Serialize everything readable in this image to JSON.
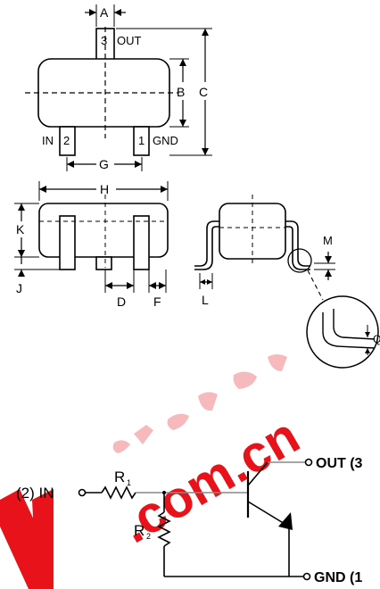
{
  "package_outline": {
    "dimension_labels": {
      "a": "A",
      "b": "B",
      "c": "C",
      "d": "D",
      "f": "F",
      "g": "G",
      "h": "H",
      "j": "J",
      "k": "K",
      "l": "L",
      "m": "M",
      "q": "Q"
    },
    "pins": {
      "pin3_number": "3",
      "pin3_name": "OUT",
      "pin2_number": "2",
      "pin2_name": "IN",
      "pin1_number": "1",
      "pin1_name": "GND"
    }
  },
  "schematic": {
    "in_label": "(2) IN",
    "out_label": "OUT (3",
    "gnd_label": "GND (1",
    "r1_letter": "R",
    "r1_sub": "1",
    "r2_letter": "R",
    "r2_sub": "2"
  },
  "watermark": {
    "text": ".com.cn",
    "colors": {
      "watermark_red": "#e8121a",
      "watermark_pink": "#f3a3a6"
    }
  }
}
